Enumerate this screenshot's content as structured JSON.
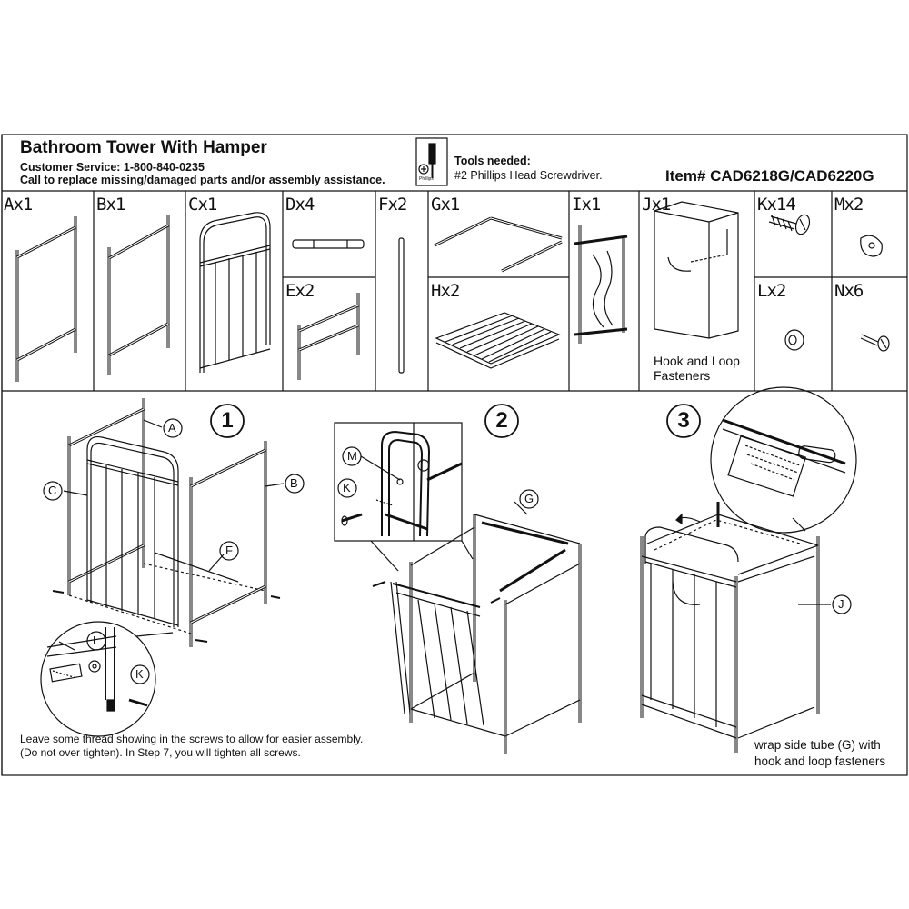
{
  "header": {
    "title": "Bathroom Tower With Hamper",
    "customer_service": "Customer Service: 1-800-840-0235",
    "call_text": "Call to replace missing/damaged parts and/or assembly assistance.",
    "tools_heading": "Tools needed:",
    "tools_text": "#2 Phillips Head Screwdriver.",
    "tool_icon_label": "Phillips",
    "item_number": "Item# CAD6218G/CAD6220G"
  },
  "parts": [
    {
      "label": "Ax1"
    },
    {
      "label": "Bx1"
    },
    {
      "label": "Cx1"
    },
    {
      "label": "Dx4"
    },
    {
      "label": "Ex2"
    },
    {
      "label": "Fx2"
    },
    {
      "label": "Gx1"
    },
    {
      "label": "Hx2"
    },
    {
      "label": "Ix1"
    },
    {
      "label": "Jx1"
    },
    {
      "label": "Kx14"
    },
    {
      "label": "Lx2"
    },
    {
      "label": "Mx2"
    },
    {
      "label": "Nx6"
    }
  ],
  "part_j_note": [
    "Hook and Loop",
    "Fasteners"
  ],
  "steps": [
    {
      "number": "1",
      "callouts": [
        "A",
        "B",
        "C",
        "F",
        "L",
        "K"
      ]
    },
    {
      "number": "2",
      "callouts": [
        "M",
        "K",
        "G"
      ]
    },
    {
      "number": "3",
      "callouts": [
        "J"
      ]
    }
  ],
  "step1_note": [
    "Leave some thread showing in the screws to allow for easier assembly.",
    "(Do not over tighten). In Step 7, you will tighten all screws."
  ],
  "step3_note": [
    "wrap side tube (G) with",
    "hook and loop fasteners"
  ]
}
